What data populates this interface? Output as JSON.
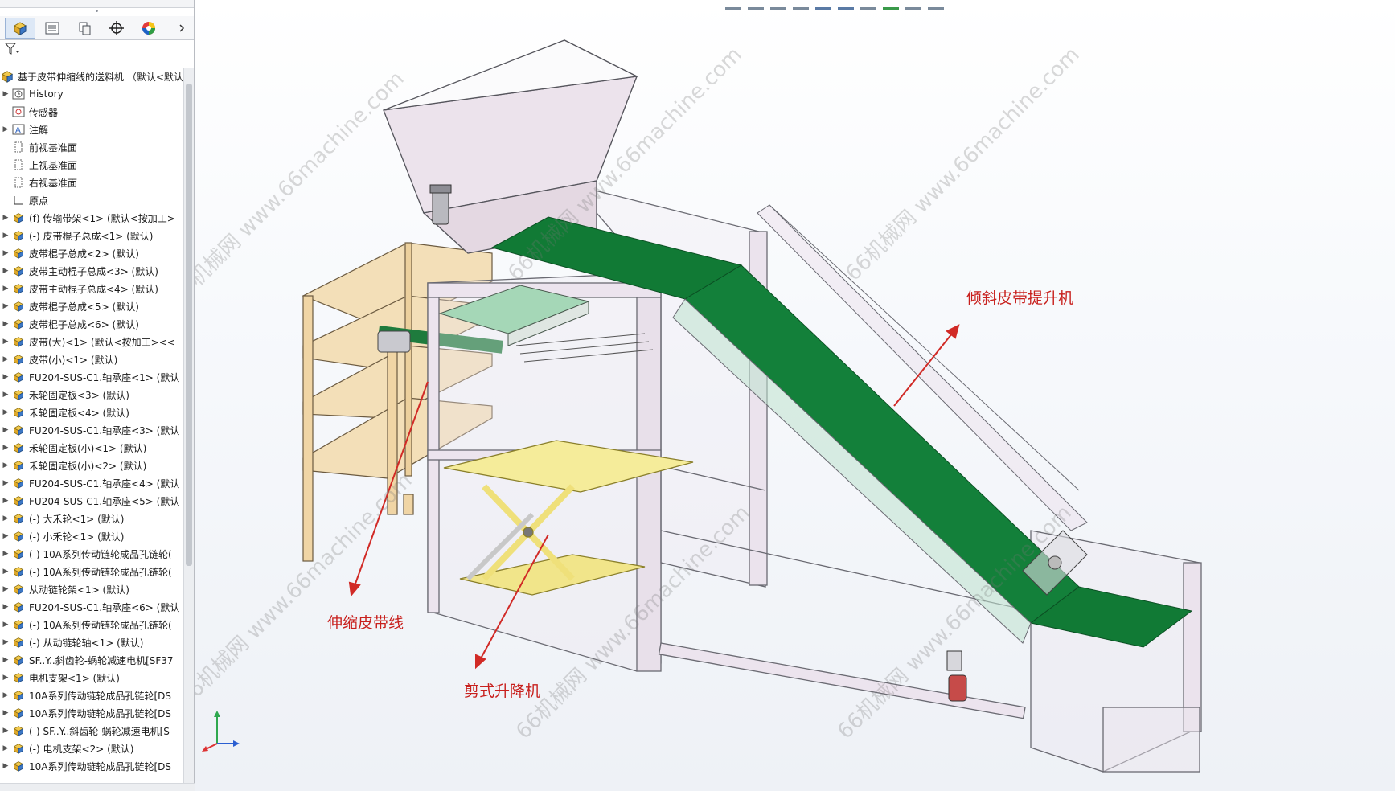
{
  "feature_tree": {
    "root_label": "基于皮带伸缩线的送料机 （默认<默认",
    "items": [
      {
        "label": "History",
        "icon": "history-icon",
        "expand": true
      },
      {
        "label": "传感器",
        "icon": "sensor-icon",
        "expand": false
      },
      {
        "label": "注解",
        "icon": "annotation-icon",
        "expand": true
      },
      {
        "label": "前视基准面",
        "icon": "plane-icon",
        "expand": false
      },
      {
        "label": "上视基准面",
        "icon": "plane-icon",
        "expand": false
      },
      {
        "label": "右视基准面",
        "icon": "plane-icon",
        "expand": false
      },
      {
        "label": "原点",
        "icon": "origin-icon",
        "expand": false
      },
      {
        "label": "(f) 传输带架<1> (默认<按加工>",
        "icon": "part-icon",
        "expand": true
      },
      {
        "label": "(-) 皮带棍子总成<1> (默认)",
        "icon": "part-icon",
        "expand": true
      },
      {
        "label": "皮带棍子总成<2> (默认)",
        "icon": "part-icon",
        "expand": true
      },
      {
        "label": "皮带主动棍子总成<3> (默认)",
        "icon": "part-icon",
        "expand": true
      },
      {
        "label": "皮带主动棍子总成<4> (默认)",
        "icon": "part-icon",
        "expand": true
      },
      {
        "label": "皮带棍子总成<5> (默认)",
        "icon": "part-icon",
        "expand": true
      },
      {
        "label": "皮带棍子总成<6> (默认)",
        "icon": "part-icon",
        "expand": true
      },
      {
        "label": "皮带(大)<1> (默认<按加工><<",
        "icon": "part-icon",
        "expand": true
      },
      {
        "label": "皮带(小)<1> (默认)",
        "icon": "part-icon",
        "expand": true
      },
      {
        "label": "FU204-SUS-C1.轴承座<1> (默认",
        "icon": "part-icon",
        "expand": true
      },
      {
        "label": "禾轮固定板<3> (默认)",
        "icon": "part-icon",
        "expand": true
      },
      {
        "label": "禾轮固定板<4> (默认)",
        "icon": "part-icon",
        "expand": true
      },
      {
        "label": "FU204-SUS-C1.轴承座<3> (默认",
        "icon": "part-icon",
        "expand": true
      },
      {
        "label": "禾轮固定板(小)<1> (默认)",
        "icon": "part-icon",
        "expand": true
      },
      {
        "label": "禾轮固定板(小)<2> (默认)",
        "icon": "part-icon",
        "expand": true
      },
      {
        "label": "FU204-SUS-C1.轴承座<4> (默认",
        "icon": "part-icon",
        "expand": true
      },
      {
        "label": "FU204-SUS-C1.轴承座<5> (默认",
        "icon": "part-icon",
        "expand": true
      },
      {
        "label": "(-) 大禾轮<1> (默认)",
        "icon": "part-icon",
        "expand": true
      },
      {
        "label": "(-) 小禾轮<1> (默认)",
        "icon": "part-icon",
        "expand": true
      },
      {
        "label": "(-) 10A系列传动链轮成品孔链轮(",
        "icon": "part-icon",
        "expand": true
      },
      {
        "label": "(-) 10A系列传动链轮成品孔链轮(",
        "icon": "part-icon",
        "expand": true
      },
      {
        "label": "从动链轮架<1> (默认)",
        "icon": "part-icon",
        "expand": true
      },
      {
        "label": "FU204-SUS-C1.轴承座<6> (默认",
        "icon": "part-icon",
        "expand": true
      },
      {
        "label": "(-) 10A系列传动链轮成品孔链轮(",
        "icon": "part-icon",
        "expand": true
      },
      {
        "label": "(-) 从动链轮轴<1> (默认)",
        "icon": "part-icon",
        "expand": true
      },
      {
        "label": "SF..Y..斜齿轮-蜗轮减速电机[SF37",
        "icon": "part-icon",
        "expand": true
      },
      {
        "label": "电机支架<1> (默认)",
        "icon": "part-icon",
        "expand": true
      },
      {
        "label": "10A系列传动链轮成品孔链轮[DS",
        "icon": "part-icon",
        "expand": true
      },
      {
        "label": "10A系列传动链轮成品孔链轮[DS",
        "icon": "part-icon",
        "expand": true
      },
      {
        "label": "(-) SF..Y..斜齿轮-蜗轮减速电机[S",
        "icon": "part-icon",
        "expand": true
      },
      {
        "label": "(-) 电机支架<2> (默认)",
        "icon": "part-icon",
        "expand": true
      },
      {
        "label": "10A系列传动链轮成品孔链轮[DS",
        "icon": "part-icon",
        "expand": true
      }
    ]
  },
  "tabs": [
    {
      "name": "feature-manager-tab",
      "icon": "assembly-icon"
    },
    {
      "name": "property-manager-tab",
      "icon": "list-icon"
    },
    {
      "name": "configuration-manager-tab",
      "icon": "config-icon"
    },
    {
      "name": "dimxpert-tab",
      "icon": "crosshair-icon"
    },
    {
      "name": "display-manager-tab",
      "icon": "color-wheel-icon"
    }
  ],
  "callouts": {
    "incline_lift": "倾斜皮带提升机",
    "telescopic_line": "伸缩皮带线",
    "scissor_lift": "剪式升降机"
  },
  "watermark_text": "66机械网 www.66machine.com",
  "colors": {
    "belt_green": "#117a35",
    "hopper_pink": "#e4d8e2",
    "frame_lavender": "#ece4ee",
    "shelf_wood": "#f0d9b0",
    "scissor_yellow": "#f5ec9a",
    "callout_red": "#c8201d"
  }
}
